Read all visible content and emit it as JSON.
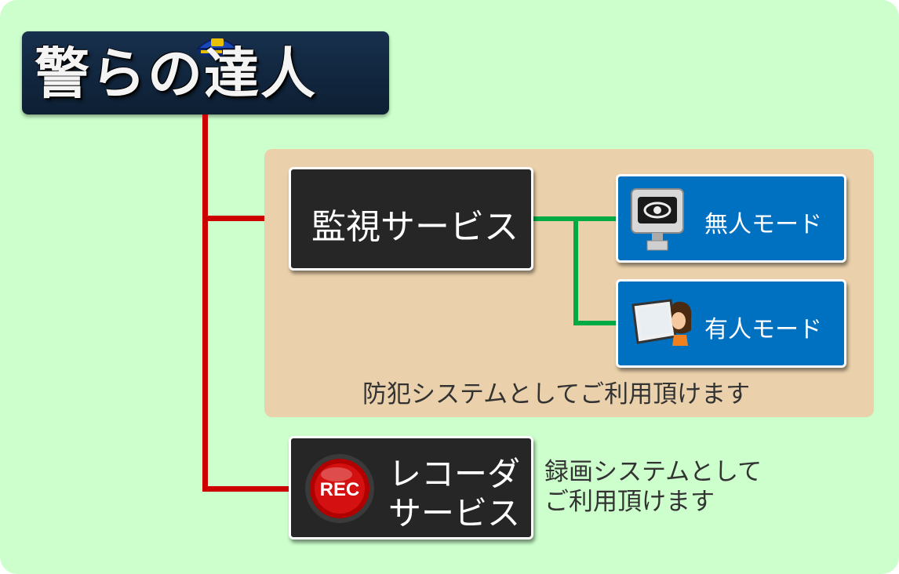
{
  "logo": {
    "text": "警らの達人"
  },
  "monitoring": {
    "label": "監視サービス"
  },
  "unmanned": {
    "label": "無人モード"
  },
  "manned": {
    "label": "有人モード"
  },
  "crime_caption": "防犯システムとしてご利用頂けます",
  "recorder": {
    "badge": "REC",
    "label_line1": "レコーダ",
    "label_line2": "サービス"
  },
  "record_caption": {
    "line1": "録画システムとして",
    "line2": "ご利用頂けます"
  },
  "colors": {
    "background": "#ccffcc",
    "tree_red": "#cc0000",
    "tree_green": "#00aa44",
    "group_beige": "#ebd1ab",
    "dark_box": "#262626",
    "blue_box": "#0070c0"
  }
}
